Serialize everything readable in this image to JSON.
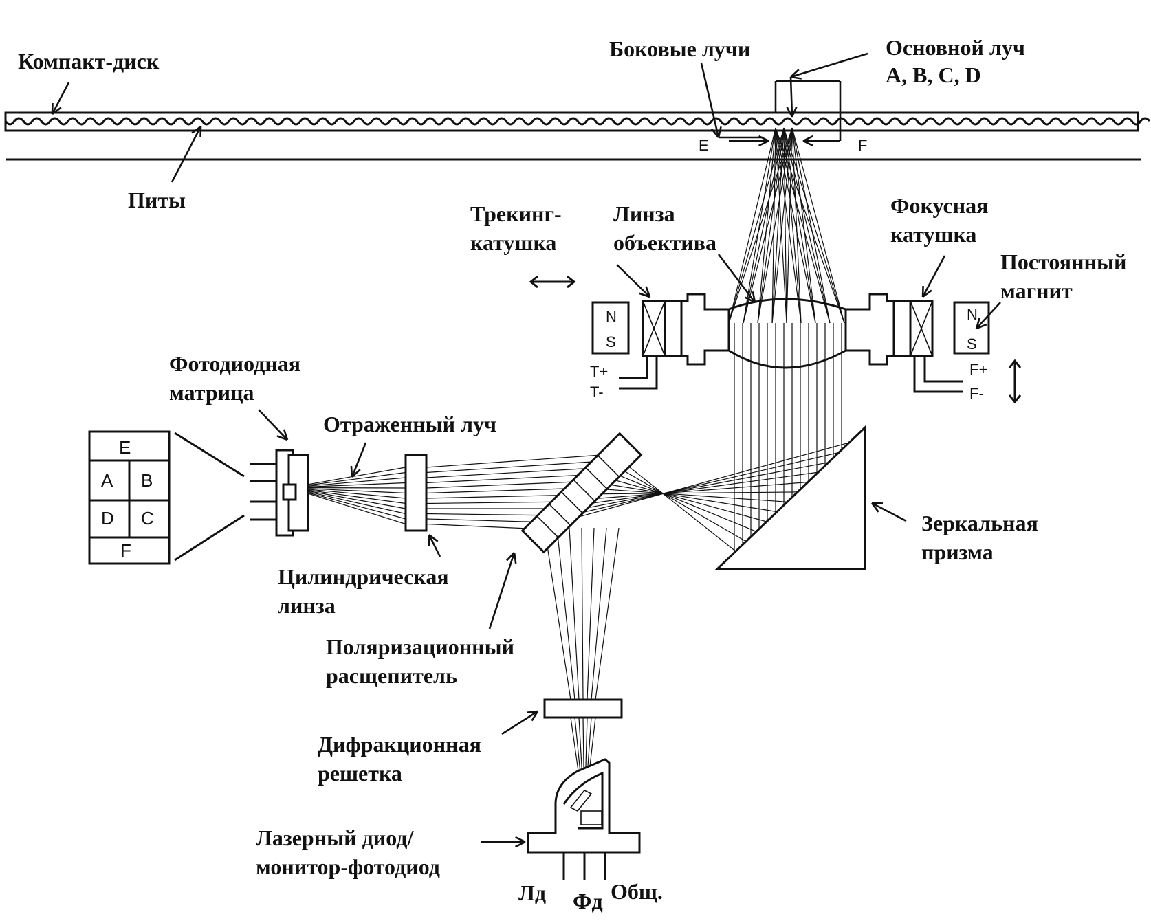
{
  "labels": {
    "compact_disc": "Компакт-диск",
    "pits": "Питы",
    "side_beams": "Боковые лучи",
    "main_beam_1": "Основной луч",
    "main_beam_2": "A, B, C, D",
    "tracking_coil_1": "Трекинг-",
    "tracking_coil_2": "катушка",
    "objective_lens_1": "Линза",
    "objective_lens_2": "объектива",
    "focus_coil_1": "Фокусная",
    "focus_coil_2": "катушка",
    "permanent_magnet_1": "Постоянный",
    "permanent_magnet_2": "магнит",
    "photodiode_matrix_1": "Фотодиодная",
    "photodiode_matrix_2": "матрица",
    "reflected_beam": "Отраженный луч",
    "cylindrical_lens_1": "Цилиндрическая",
    "cylindrical_lens_2": "линза",
    "mirror_prism_1": "Зеркальная",
    "mirror_prism_2": "призма",
    "polarizing_splitter_1": "Поляризационный",
    "polarizing_splitter_2": "расщепитель",
    "diffraction_grating_1": "Дифракционная",
    "diffraction_grating_2": "решетка",
    "laser_diode_1": "Лазерный диод/",
    "laser_diode_2": "монитор-фотодиод",
    "pin_ld": "Лд",
    "pin_pd": "Фд",
    "pin_common": "Общ."
  },
  "markers": {
    "beam_e": "E",
    "beam_f": "F",
    "magnet_n": "N",
    "magnet_s": "S",
    "t_plus": "T+",
    "t_minus": "T-",
    "f_plus": "F+",
    "f_minus": "F-"
  },
  "matrix_cells": {
    "e": "E",
    "a": "A",
    "b": "B",
    "d": "D",
    "c": "C",
    "f": "F"
  }
}
